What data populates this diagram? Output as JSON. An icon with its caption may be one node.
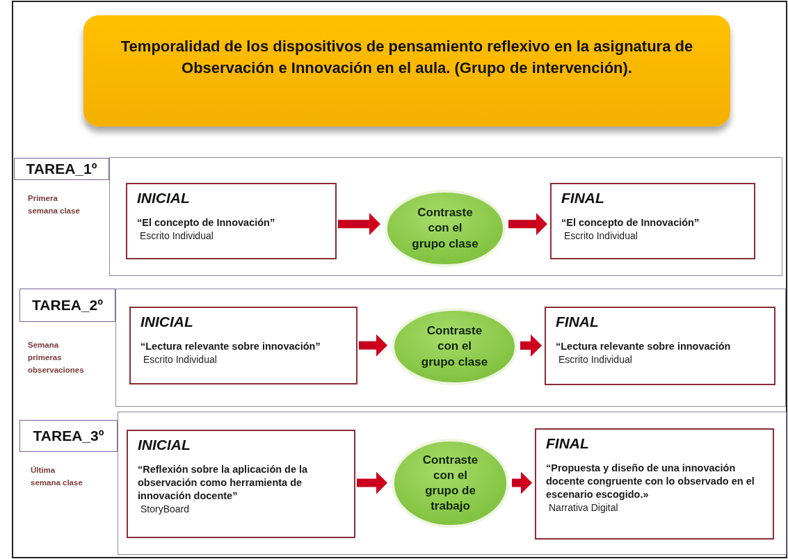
{
  "diagram": {
    "title": "Temporalidad de los dispositivos de pensamiento reflexivo en la asignatura de Observación e Innovación en el aula. (Grupo de intervención).",
    "nodes": [
      {
        "text": [
          "TAREA_1º"
        ],
        "beside": [
          "Primera semana clase"
        ]
      },
      {
        "text": [],
        "shape": "box"
      },
      {
        "text": [
          "INICIAL",
          "“El concepto de Innovación”",
          "Escrito Individual"
        ],
        "in": 1
      },
      {
        "text": [
          "Contraste con el grupo clase"
        ],
        "in": 1
      },
      {
        "text": [
          "FINAL",
          "“El concepto de Innovación”",
          "Escrito Individual"
        ],
        "in": 1
      },
      {
        "text": [
          "TAREA_2º"
        ],
        "beside": [
          "Semana primeras observaciones"
        ]
      },
      {
        "text": [],
        "shape": "box"
      },
      {
        "text": [
          "INICIAL",
          "“Lectura relevante sobre innovación”",
          "Escrito Individual"
        ],
        "in": 6
      },
      {
        "text": [
          "Contraste con el grupo clase"
        ],
        "in": 6
      },
      {
        "text": [
          "FINAL",
          "“Lectura relevante sobre innovación",
          "Escrito Individual"
        ],
        "in": 6
      },
      {
        "text": [
          "TAREA_3º"
        ],
        "beside": [
          "Última semana clase"
        ]
      },
      {
        "text": [],
        "shape": "box"
      },
      {
        "text": [
          "INICIAL",
          "“Reflexión sobre la aplicación de la observación como herramienta de innovación docente”",
          "StoryBoard"
        ],
        "in": 11
      },
      {
        "text": [
          "Contraste con el grupo de trabajo"
        ],
        "in": 11
      },
      {
        "text": [
          "FINAL",
          "“Propuesta y diseño de una innovación docente congruente con lo observado en el escenario escogido.»",
          "Narrativa Digital"
        ],
        "in": 11
      }
    ],
    "edges": [
      {
        "from": 2,
        "to": 3,
        "arrow": "to"
      },
      {
        "from": 3,
        "to": 4,
        "arrow": "to"
      },
      {
        "from": 7,
        "to": 8,
        "arrow": "to"
      },
      {
        "from": 8,
        "to": 9,
        "arrow": "to"
      },
      {
        "from": 12,
        "to": 13,
        "arrow": "to"
      },
      {
        "from": 13,
        "to": 14,
        "arrow": "to"
      }
    ]
  }
}
